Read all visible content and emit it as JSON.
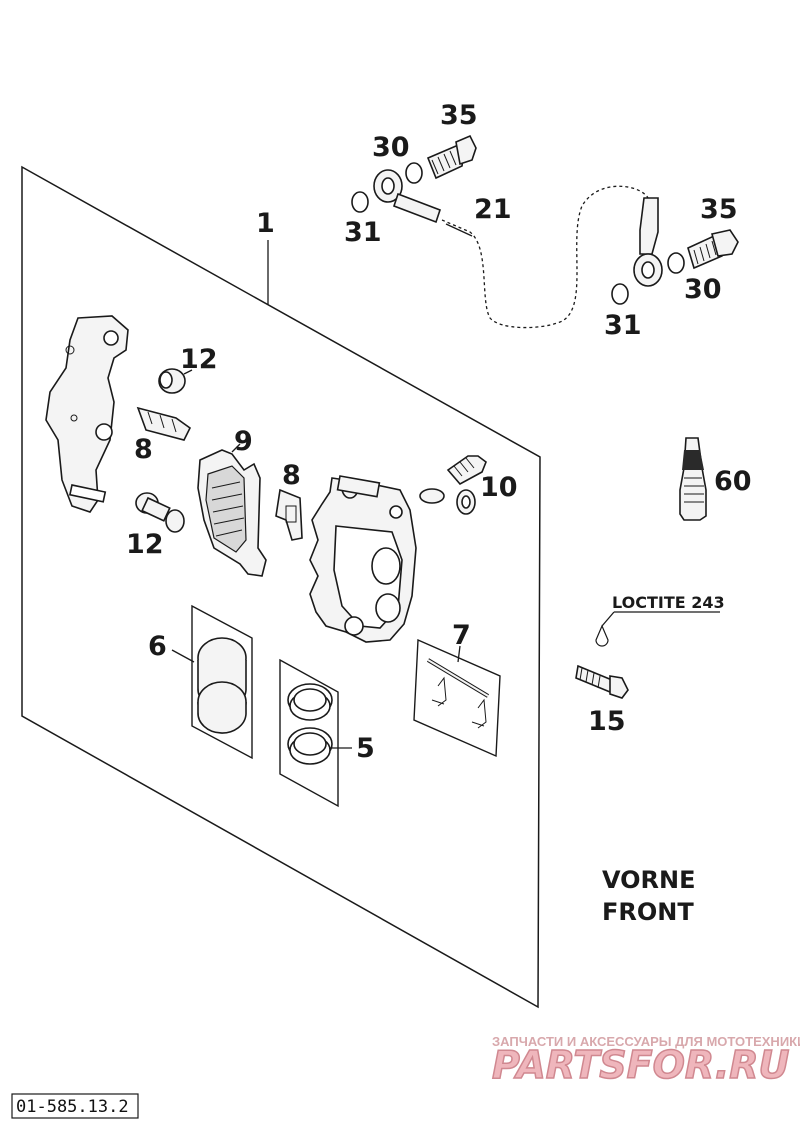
{
  "callouts": {
    "n1": "1",
    "n5": "5",
    "n6": "6",
    "n7": "7",
    "n8a": "8",
    "n8b": "8",
    "n9": "9",
    "n10": "10",
    "n12a": "12",
    "n12b": "12",
    "n15": "15",
    "n21": "21",
    "n30a": "30",
    "n30b": "30",
    "n31a": "31",
    "n31b": "31",
    "n35a": "35",
    "n35b": "35",
    "n60": "60"
  },
  "note": {
    "loctite": "LOCTITE 243"
  },
  "orientation": {
    "line1": "VORNE",
    "line2": "FRONT"
  },
  "drawing_code": "01-585.13.2",
  "watermark": {
    "tagline": "ЗАПЧАСТИ И АКСЕССУАРЫ ДЛЯ МОТОТЕХНИКИ",
    "brand": "PARTSFOR.RU"
  }
}
